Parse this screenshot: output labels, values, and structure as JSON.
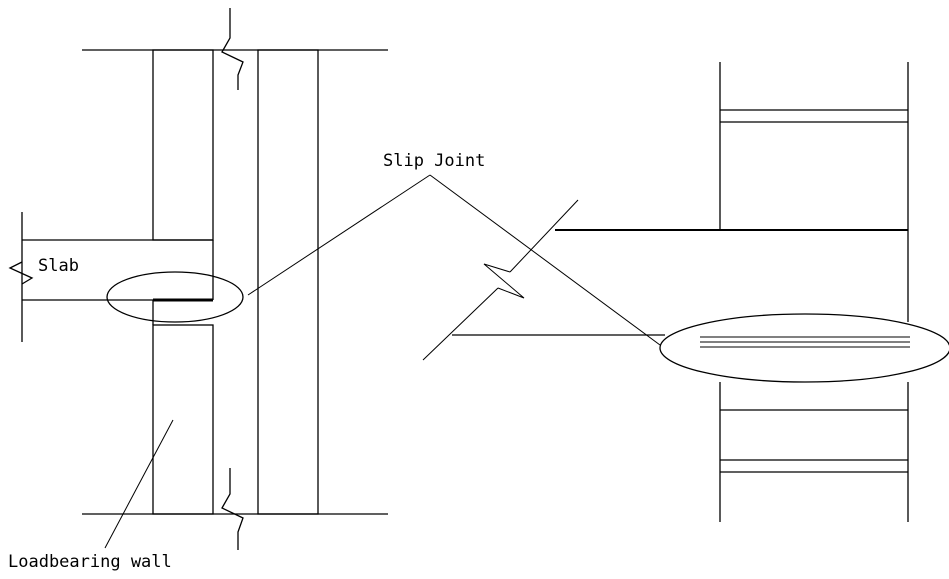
{
  "labels": {
    "slip_joint": "Slip Joint",
    "slab": "Slab",
    "loadbearing_wall": "Loadbearing wall"
  },
  "colors": {
    "line": "#000000",
    "background": "#ffffff"
  }
}
